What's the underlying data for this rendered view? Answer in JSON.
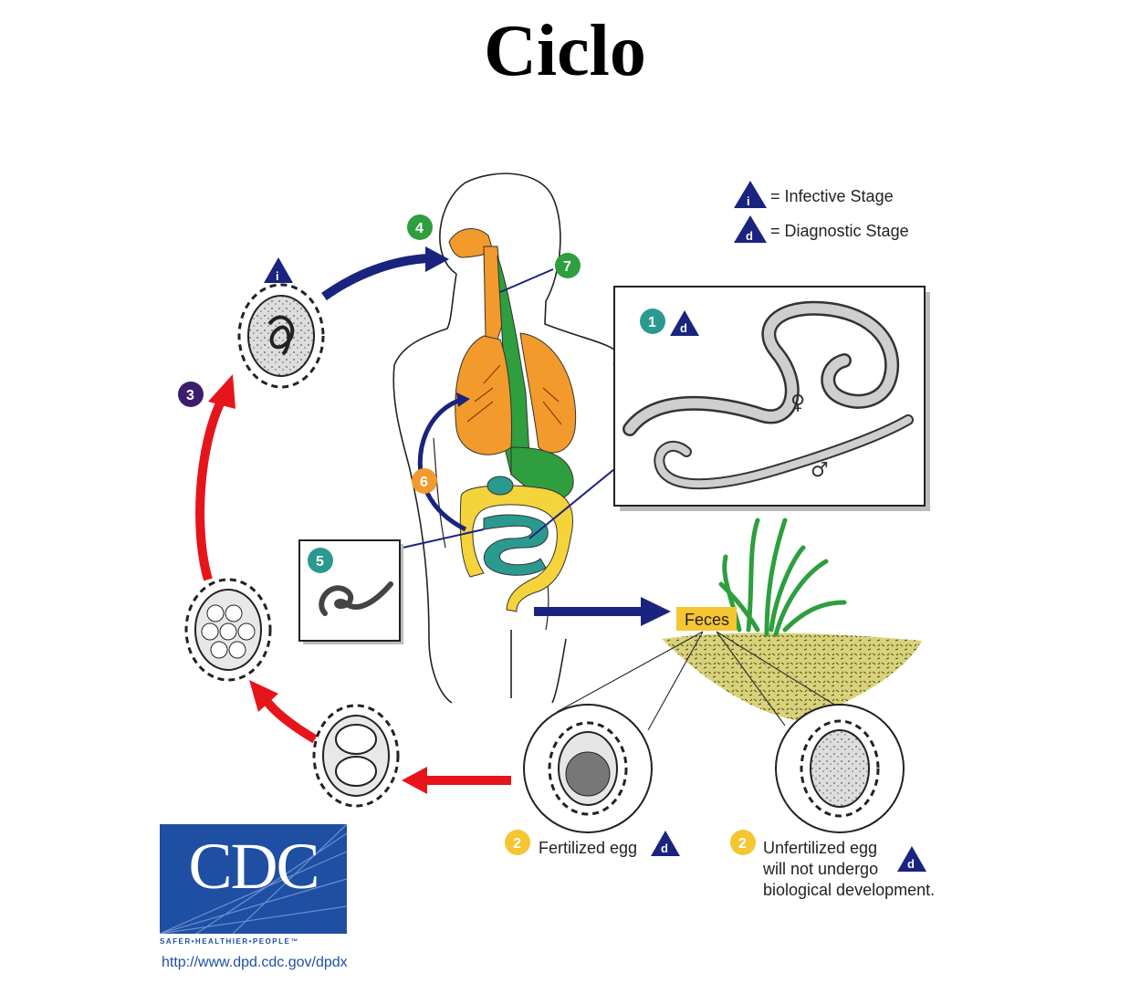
{
  "title": "Ciclo",
  "legend": {
    "infective_symbol": "i",
    "infective_label": "= Infective Stage",
    "diagnostic_symbol": "d",
    "diagnostic_label": "= Diagnostic Stage"
  },
  "stages": {
    "s1": "1",
    "s2": "2",
    "s3": "3",
    "s4": "4",
    "s5": "5",
    "s6": "6",
    "s7": "7"
  },
  "labels": {
    "feces": "Feces",
    "fertilized_egg": "Fertilized egg",
    "unfertilized_line1": "Unfertilized egg",
    "unfertilized_line2": "will not undergo",
    "unfertilized_line3": "biological development.",
    "female_symbol": "♀",
    "male_symbol": "♂"
  },
  "logo": {
    "text": "CDC",
    "tagline": "SAFER•HEALTHIER•PEOPLE™",
    "url": "http://www.dpd.cdc.gov/dpdx"
  },
  "colors": {
    "navy": "#1a237e",
    "red": "#e8141b",
    "green": "#2e9e3e",
    "teal": "#2a9a8f",
    "orange": "#f39a2c",
    "yellow": "#f5d33a",
    "purple": "#3b1e6b",
    "cdc_blue": "#1f4fa3"
  }
}
